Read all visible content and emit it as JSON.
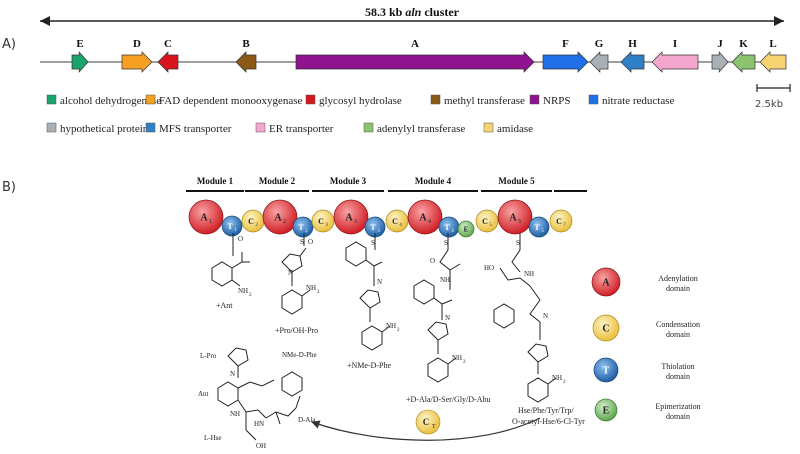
{
  "panel_a": {
    "label": "A)",
    "title_size": "58.3 kb",
    "title_italic": "aln",
    "title_suffix": " cluster",
    "scale_label": "2.5kb",
    "genes": [
      {
        "letter": "E",
        "color": "#1aa36b",
        "dir": "right"
      },
      {
        "letter": "D",
        "color": "#f5a023",
        "dir": "right"
      },
      {
        "letter": "C",
        "color": "#d8141c",
        "dir": "left"
      },
      {
        "letter": "B",
        "color": "#8a5a16",
        "dir": "left"
      },
      {
        "letter": "A",
        "color": "#8f128e",
        "dir": "right"
      },
      {
        "letter": "F",
        "color": "#1f6fe6",
        "dir": "right"
      },
      {
        "letter": "G",
        "color": "#a9b1b7",
        "dir": "left"
      },
      {
        "letter": "H",
        "color": "#2f80c6",
        "dir": "left"
      },
      {
        "letter": "I",
        "color": "#f4a6cf",
        "dir": "left"
      },
      {
        "letter": "J",
        "color": "#a9b1b7",
        "dir": "right"
      },
      {
        "letter": "K",
        "color": "#8cc46e",
        "dir": "left"
      },
      {
        "letter": "L",
        "color": "#f7d270",
        "dir": "left"
      }
    ],
    "legend": [
      {
        "label": "alcohol dehydrogenase",
        "color": "#1aa36b"
      },
      {
        "label": "FAD dependent monooxygenase",
        "color": "#f5a023"
      },
      {
        "label": "glycosyl hydrolase",
        "color": "#d8141c"
      },
      {
        "label": "methyl transferase",
        "color": "#8a5a16"
      },
      {
        "label": "NRPS",
        "color": "#8f128e"
      },
      {
        "label": "nitrate reductase",
        "color": "#1f6fe6"
      },
      {
        "label": "hypothetical protein",
        "color": "#a9b1b7"
      },
      {
        "label": "MFS transporter",
        "color": "#2f80c6"
      },
      {
        "label": "ER transporter",
        "color": "#f4a6cf"
      },
      {
        "label": "adenylyl transferase",
        "color": "#8cc46e"
      },
      {
        "label": "amidase",
        "color": "#f7d270"
      }
    ]
  },
  "panel_b": {
    "label": "B)",
    "modules": [
      "Module 1",
      "Module 2",
      "Module 3",
      "Module 4",
      "Module 5"
    ],
    "domains": [
      {
        "t": "A",
        "sub": "1"
      },
      {
        "t": "T",
        "sub": "1"
      },
      {
        "t": "C",
        "sub": "2"
      },
      {
        "t": "A",
        "sub": "2"
      },
      {
        "t": "T",
        "sub": "2"
      },
      {
        "t": "C",
        "sub": "3"
      },
      {
        "t": "A",
        "sub": "3"
      },
      {
        "t": "T",
        "sub": "3"
      },
      {
        "t": "C",
        "sub": "4"
      },
      {
        "t": "A",
        "sub": "4"
      },
      {
        "t": "T",
        "sub": "4"
      },
      {
        "t": "E",
        "sub": ""
      },
      {
        "t": "C",
        "sub": "5"
      },
      {
        "t": "A",
        "sub": "5"
      },
      {
        "t": "T",
        "sub": "5"
      },
      {
        "t": "C",
        "sub": "7"
      }
    ],
    "substrates": [
      "+Ant",
      "+Pro/OH-Pro",
      "+NMe-D-Phe",
      "+D-Ala/D-Ser/Gly/D-Abu",
      "Hse/Phe/Tyr/Trp/",
      "O-acetyl-Hse/6-Cl-Tyr"
    ],
    "domain_legend": [
      {
        "letter": "A",
        "label1": "Adenylation",
        "label2": "domain"
      },
      {
        "letter": "C",
        "label1": "Condensation",
        "label2": "domain"
      },
      {
        "letter": "T",
        "label1": "Thiolation",
        "label2": "domain"
      },
      {
        "letter": "E",
        "label1": "Epimerization",
        "label2": "domain"
      }
    ],
    "cyclization_domain": {
      "t": "C",
      "sub": "T"
    },
    "atoms": {
      "s": "S",
      "o": "O",
      "nh2": "NH",
      "two": "2",
      "n": "N",
      "nh": "NH",
      "hn": "HN",
      "ho": "HO",
      "oh": "OH"
    },
    "product_labels": [
      "L-Pro",
      "NMe-D-Phe",
      "Ant",
      "D-Ala",
      "L-Hse"
    ]
  },
  "colors": {
    "A": "#e2373d",
    "C": "#f3d36b",
    "T": "#2c78c0",
    "E": "#89c47a"
  }
}
